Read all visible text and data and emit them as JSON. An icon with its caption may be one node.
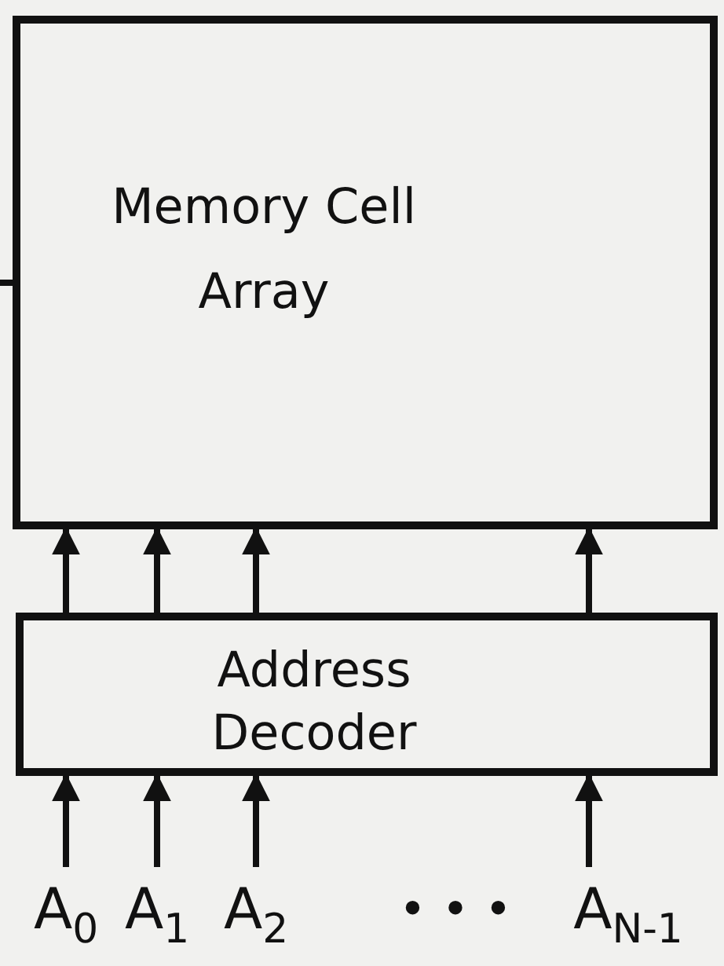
{
  "diagram": {
    "nodes": [
      {
        "text": [
          "Memory Cell Array"
        ]
      },
      {
        "text": [
          "Address Decoder"
        ]
      },
      {
        "text": [
          "A$_{0}$"
        ]
      },
      {
        "text": [
          "A$_{1}$"
        ]
      },
      {
        "text": [
          "A$_{2}$"
        ]
      },
      {
        "text": [
          "A$_{N-1}$"
        ]
      }
    ],
    "edges": [
      {
        "from": 1,
        "to": 0,
        "arrow": "to"
      },
      {
        "from": 1,
        "to": 0,
        "arrow": "to"
      },
      {
        "from": 1,
        "to": 0,
        "arrow": "to"
      },
      {
        "from": 1,
        "to": 0,
        "arrow": "to"
      },
      {
        "from": 2,
        "to": 1,
        "arrow": "to"
      },
      {
        "from": 3,
        "to": 1,
        "arrow": "to"
      },
      {
        "from": 4,
        "to": 1,
        "arrow": "to"
      },
      {
        "from": 5,
        "to": 1,
        "arrow": "to"
      },
      {
        "from": null,
        "to": 0,
        "arrow": "none"
      }
    ],
    "labels": [
      "• • •"
    ]
  }
}
